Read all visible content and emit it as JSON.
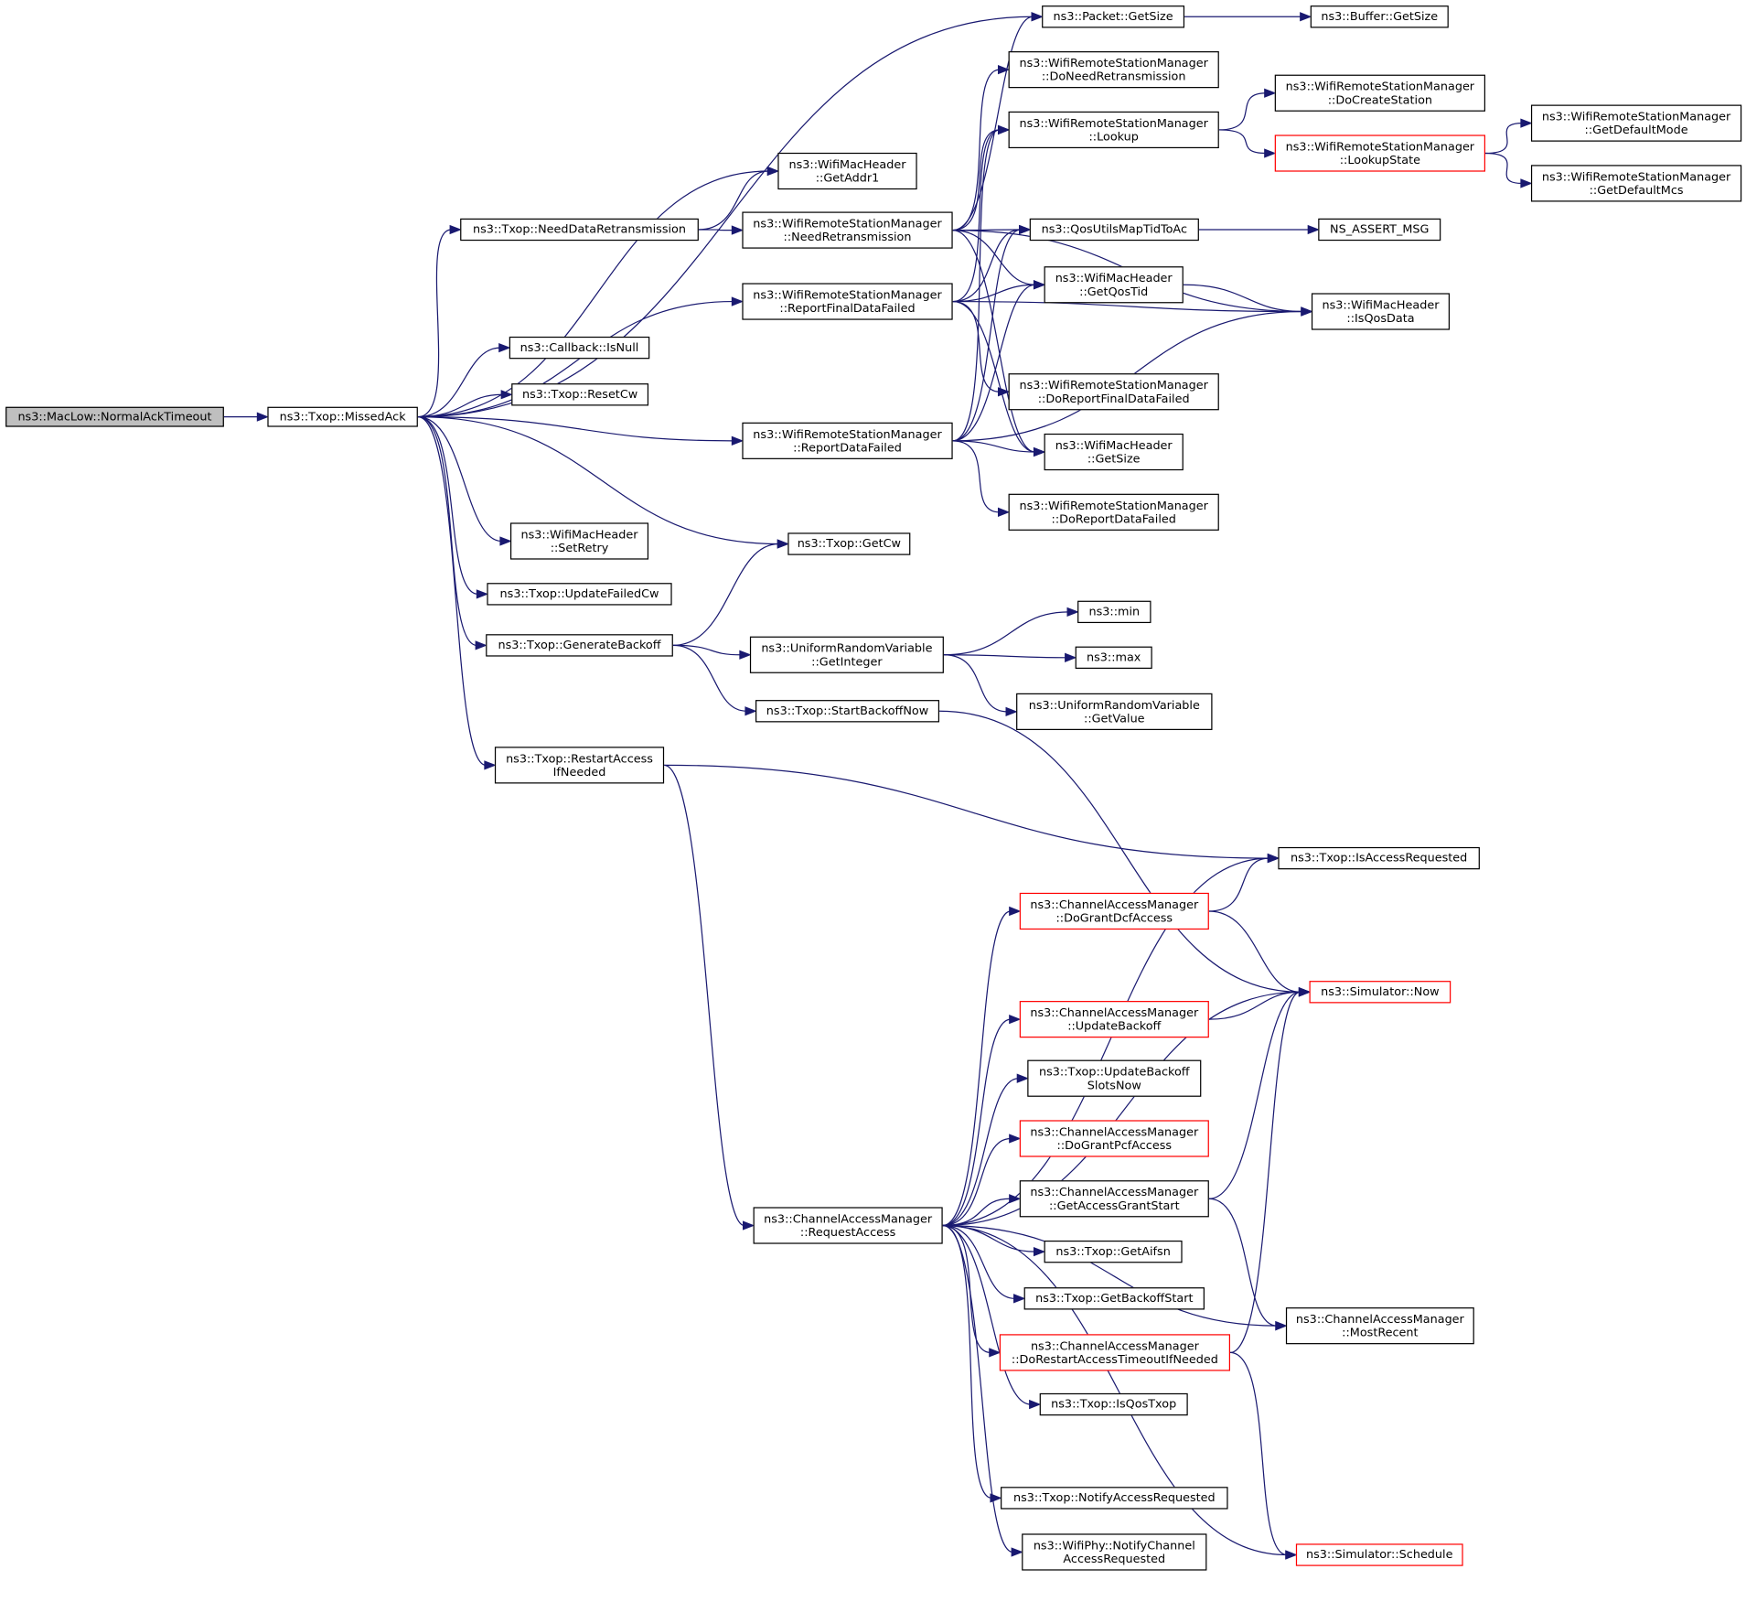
{
  "colors": {
    "edge": "#191970",
    "node_border": "#000000",
    "truncated_border": "#ff0000",
    "root_fill": "#bfbfbf"
  },
  "nodes": {
    "normal_ack_timeout": "ns3::MacLow::NormalAckTimeout",
    "missed_ack": "ns3::Txop::MissedAck",
    "packet_get_size": "ns3::Packet::GetSize",
    "buffer_get_size": "ns3::Buffer::GetSize",
    "wrsm_do_need_retransmission": "ns3::WifiRemoteStationManager\n::DoNeedRetransmission",
    "wrsm_do_create_station": "ns3::WifiRemoteStationManager\n::DoCreateStation",
    "wrsm_lookup": "ns3::WifiRemoteStationManager\n::Lookup",
    "wrsm_lookup_state": "ns3::WifiRemoteStationManager\n::LookupState",
    "wrsm_get_default_mode": "ns3::WifiRemoteStationManager\n::GetDefaultMode",
    "wrsm_get_default_mcs": "ns3::WifiRemoteStationManager\n::GetDefaultMcs",
    "wmh_get_addr1": "ns3::WifiMacHeader\n::GetAddr1",
    "txop_need_data_retransmission": "ns3::Txop::NeedDataRetransmission",
    "wrsm_need_retransmission": "ns3::WifiRemoteStationManager\n::NeedRetransmission",
    "qos_utils_map_tid_to_ac": "ns3::QosUtilsMapTidToAc",
    "ns_assert_msg": "NS_ASSERT_MSG",
    "wmh_get_qos_tid": "ns3::WifiMacHeader\n::GetQosTid",
    "wmh_is_qos_data": "ns3::WifiMacHeader\n::IsQosData",
    "wrsm_report_final_data_failed": "ns3::WifiRemoteStationManager\n::ReportFinalDataFailed",
    "callback_is_null": "ns3::Callback::IsNull",
    "txop_reset_cw": "ns3::Txop::ResetCw",
    "wrsm_do_report_final_data_failed": "ns3::WifiRemoteStationManager\n::DoReportFinalDataFailed",
    "wrsm_report_data_failed": "ns3::WifiRemoteStationManager\n::ReportDataFailed",
    "wmh_get_size": "ns3::WifiMacHeader\n::GetSize",
    "wrsm_do_report_data_failed": "ns3::WifiRemoteStationManager\n::DoReportDataFailed",
    "wmh_set_retry": "ns3::WifiMacHeader\n::SetRetry",
    "txop_get_cw": "ns3::Txop::GetCw",
    "txop_update_failed_cw": "ns3::Txop::UpdateFailedCw",
    "ns3_min": "ns3::min",
    "txop_generate_backoff": "ns3::Txop::GenerateBackoff",
    "urv_get_integer": "ns3::UniformRandomVariable\n::GetInteger",
    "ns3_max": "ns3::max",
    "txop_start_backoff_now": "ns3::Txop::StartBackoffNow",
    "urv_get_value": "ns3::UniformRandomVariable\n::GetValue",
    "txop_restart_access_if_needed": "ns3::Txop::RestartAccess\nIfNeeded",
    "txop_is_access_requested": "ns3::Txop::IsAccessRequested",
    "cam_do_grant_dcf_access": "ns3::ChannelAccessManager\n::DoGrantDcfAccess",
    "simulator_now": "ns3::Simulator::Now",
    "cam_update_backoff": "ns3::ChannelAccessManager\n::UpdateBackoff",
    "txop_update_backoff_slots_now": "ns3::Txop::UpdateBackoff\nSlotsNow",
    "cam_do_grant_pcf_access": "ns3::ChannelAccessManager\n::DoGrantPcfAccess",
    "cam_get_access_grant_start": "ns3::ChannelAccessManager\n::GetAccessGrantStart",
    "cam_request_access": "ns3::ChannelAccessManager\n::RequestAccess",
    "txop_get_aifsn": "ns3::Txop::GetAifsn",
    "txop_get_backoff_start": "ns3::Txop::GetBackoffStart",
    "cam_most_recent": "ns3::ChannelAccessManager\n::MostRecent",
    "cam_do_restart_access_timeout_if_needed": "ns3::ChannelAccessManager\n::DoRestartAccessTimeoutIfNeeded",
    "txop_is_qos_txop": "ns3::Txop::IsQosTxop",
    "txop_notify_access_requested": "ns3::Txop::NotifyAccessRequested",
    "wifiphy_notify_channel_access_requested": "ns3::WifiPhy::NotifyChannel\nAccessRequested",
    "simulator_schedule": "ns3::Simulator::Schedule"
  },
  "edges": [
    [
      "normal_ack_timeout",
      "missed_ack"
    ],
    [
      "missed_ack",
      "packet_get_size"
    ],
    [
      "missed_ack",
      "wmh_get_addr1"
    ],
    [
      "missed_ack",
      "txop_need_data_retransmission"
    ],
    [
      "missed_ack",
      "wrsm_report_final_data_failed"
    ],
    [
      "missed_ack",
      "callback_is_null"
    ],
    [
      "missed_ack",
      "txop_reset_cw"
    ],
    [
      "missed_ack",
      "wrsm_report_data_failed"
    ],
    [
      "missed_ack",
      "wmh_set_retry"
    ],
    [
      "missed_ack",
      "txop_get_cw"
    ],
    [
      "missed_ack",
      "txop_update_failed_cw"
    ],
    [
      "missed_ack",
      "txop_generate_backoff"
    ],
    [
      "missed_ack",
      "txop_restart_access_if_needed"
    ],
    [
      "packet_get_size",
      "buffer_get_size"
    ],
    [
      "txop_need_data_retransmission",
      "wmh_get_addr1"
    ],
    [
      "txop_need_data_retransmission",
      "wrsm_need_retransmission"
    ],
    [
      "wrsm_need_retransmission",
      "packet_get_size"
    ],
    [
      "wrsm_need_retransmission",
      "wrsm_do_need_retransmission"
    ],
    [
      "wrsm_need_retransmission",
      "wrsm_lookup"
    ],
    [
      "wrsm_need_retransmission",
      "qos_utils_map_tid_to_ac"
    ],
    [
      "wrsm_need_retransmission",
      "wmh_get_qos_tid"
    ],
    [
      "wrsm_need_retransmission",
      "wmh_is_qos_data"
    ],
    [
      "wrsm_need_retransmission",
      "wmh_get_size"
    ],
    [
      "wrsm_lookup",
      "wrsm_do_create_station"
    ],
    [
      "wrsm_lookup",
      "wrsm_lookup_state"
    ],
    [
      "wrsm_lookup_state",
      "wrsm_get_default_mode"
    ],
    [
      "wrsm_lookup_state",
      "wrsm_get_default_mcs"
    ],
    [
      "qos_utils_map_tid_to_ac",
      "ns_assert_msg"
    ],
    [
      "wmh_get_qos_tid",
      "wmh_is_qos_data"
    ],
    [
      "wrsm_report_final_data_failed",
      "wrsm_lookup"
    ],
    [
      "wrsm_report_final_data_failed",
      "qos_utils_map_tid_to_ac"
    ],
    [
      "wrsm_report_final_data_failed",
      "wmh_get_qos_tid"
    ],
    [
      "wrsm_report_final_data_failed",
      "wmh_is_qos_data"
    ],
    [
      "wrsm_report_final_data_failed",
      "wrsm_do_report_final_data_failed"
    ],
    [
      "wrsm_report_final_data_failed",
      "wmh_get_size"
    ],
    [
      "wrsm_report_data_failed",
      "wrsm_lookup"
    ],
    [
      "wrsm_report_data_failed",
      "qos_utils_map_tid_to_ac"
    ],
    [
      "wrsm_report_data_failed",
      "wmh_get_qos_tid"
    ],
    [
      "wrsm_report_data_failed",
      "wmh_get_size"
    ],
    [
      "wrsm_report_data_failed",
      "wrsm_do_report_data_failed"
    ],
    [
      "wrsm_report_data_failed",
      "wmh_is_qos_data"
    ],
    [
      "txop_generate_backoff",
      "txop_get_cw"
    ],
    [
      "txop_generate_backoff",
      "urv_get_integer"
    ],
    [
      "txop_generate_backoff",
      "txop_start_backoff_now"
    ],
    [
      "urv_get_integer",
      "ns3_min"
    ],
    [
      "urv_get_integer",
      "ns3_max"
    ],
    [
      "urv_get_integer",
      "urv_get_value"
    ],
    [
      "txop_start_backoff_now",
      "simulator_now"
    ],
    [
      "txop_restart_access_if_needed",
      "txop_is_access_requested"
    ],
    [
      "txop_restart_access_if_needed",
      "cam_request_access"
    ],
    [
      "cam_do_grant_dcf_access",
      "txop_is_access_requested"
    ],
    [
      "cam_do_grant_dcf_access",
      "simulator_now"
    ],
    [
      "cam_update_backoff",
      "simulator_now"
    ],
    [
      "cam_get_access_grant_start",
      "simulator_now"
    ],
    [
      "cam_get_access_grant_start",
      "cam_most_recent"
    ],
    [
      "cam_do_restart_access_timeout_if_needed",
      "simulator_now"
    ],
    [
      "cam_do_restart_access_timeout_if_needed",
      "simulator_schedule"
    ],
    [
      "cam_request_access",
      "txop_is_access_requested"
    ],
    [
      "cam_request_access",
      "cam_do_grant_dcf_access"
    ],
    [
      "cam_request_access",
      "simulator_now"
    ],
    [
      "cam_request_access",
      "cam_update_backoff"
    ],
    [
      "cam_request_access",
      "txop_update_backoff_slots_now"
    ],
    [
      "cam_request_access",
      "cam_do_grant_pcf_access"
    ],
    [
      "cam_request_access",
      "cam_get_access_grant_start"
    ],
    [
      "cam_request_access",
      "txop_get_aifsn"
    ],
    [
      "cam_request_access",
      "txop_get_backoff_start"
    ],
    [
      "cam_request_access",
      "cam_do_restart_access_timeout_if_needed"
    ],
    [
      "cam_request_access",
      "txop_is_qos_txop"
    ],
    [
      "cam_request_access",
      "cam_most_recent"
    ],
    [
      "cam_request_access",
      "txop_notify_access_requested"
    ],
    [
      "cam_request_access",
      "wifiphy_notify_channel_access_requested"
    ],
    [
      "cam_request_access",
      "simulator_schedule"
    ]
  ]
}
